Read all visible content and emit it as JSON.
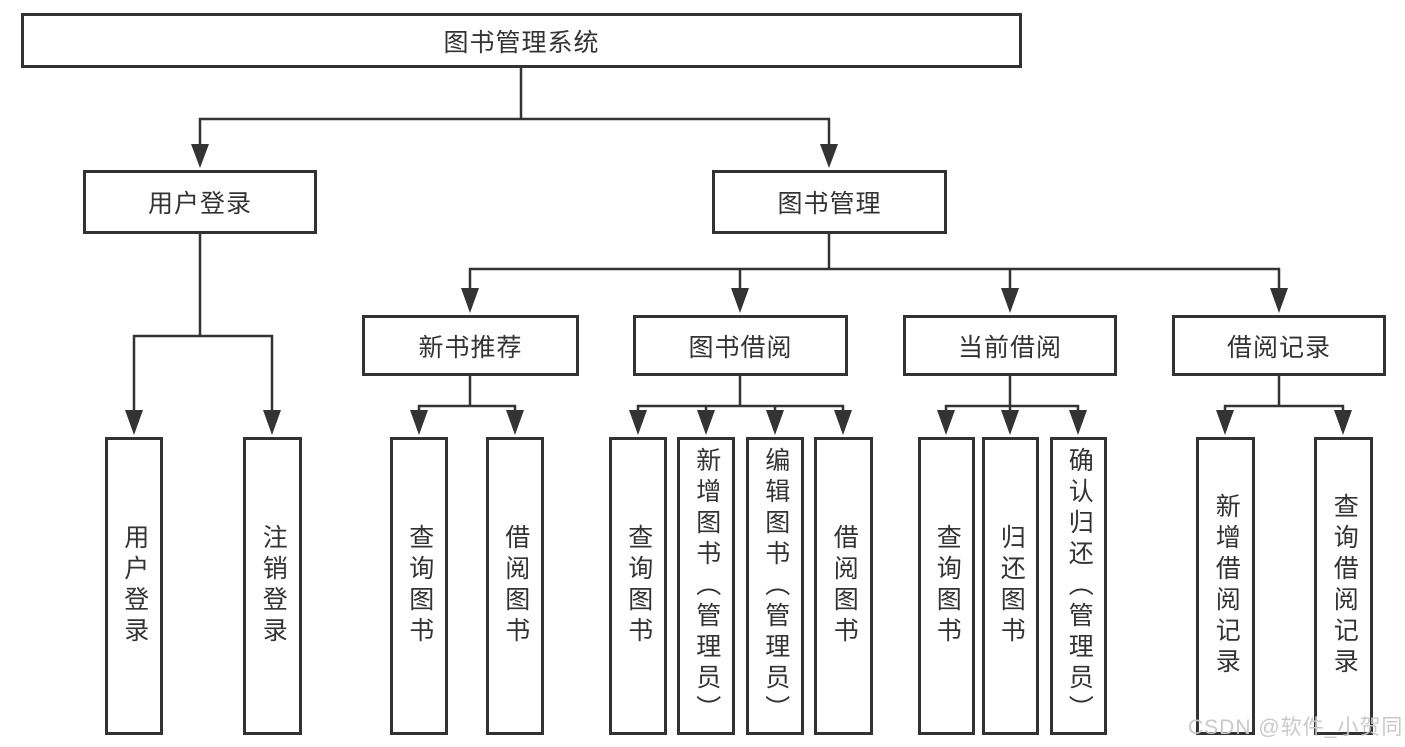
{
  "diagram_type": "hierarchy-tree",
  "colors": {
    "line": "#333333",
    "box_border": "#323232",
    "text": "#333333",
    "watermark": "#c9c9c9",
    "background": "#ffffff"
  },
  "tree": {
    "label": "图书管理系统",
    "children": [
      {
        "label": "用户登录",
        "children": [
          {
            "label": "用户登录"
          },
          {
            "label": "注销登录"
          }
        ]
      },
      {
        "label": "图书管理",
        "children": [
          {
            "label": "新书推荐",
            "children": [
              {
                "label": "查询图书"
              },
              {
                "label": "借阅图书"
              }
            ]
          },
          {
            "label": "图书借阅",
            "children": [
              {
                "label": "查询图书"
              },
              {
                "label": "新增图书（管理员）"
              },
              {
                "label": "编辑图书（管理员）"
              },
              {
                "label": "借阅图书"
              }
            ]
          },
          {
            "label": "当前借阅",
            "children": [
              {
                "label": "查询图书"
              },
              {
                "label": "归还图书"
              },
              {
                "label": "确认归还（管理员）"
              }
            ]
          },
          {
            "label": "借阅记录",
            "children": [
              {
                "label": "新增借阅记录"
              },
              {
                "label": "查询借阅记录"
              }
            ]
          }
        ]
      }
    ]
  },
  "watermark": "CSDN @软件_小贺同学"
}
